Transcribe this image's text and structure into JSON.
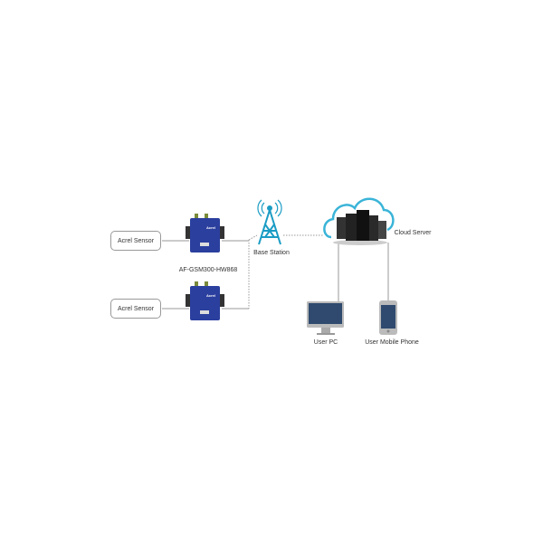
{
  "nodes": {
    "sensor_top": "Acrel Sensor",
    "sensor_bottom": "Acrel Sensor",
    "device_label": "AF-GSM300-HW868",
    "device_brand": "Acrel",
    "base_station": "Base Station",
    "cloud_server": "Cloud Server",
    "user_pc": "User PC",
    "user_phone": "User Mobile Phone"
  },
  "colors": {
    "device_blue": "#2b3f9e",
    "tower_teal": "#1a9cc4",
    "cloud_outline": "#3ab4d8",
    "screen_blue": "#2f4a6e",
    "line_gray": "#999999"
  }
}
